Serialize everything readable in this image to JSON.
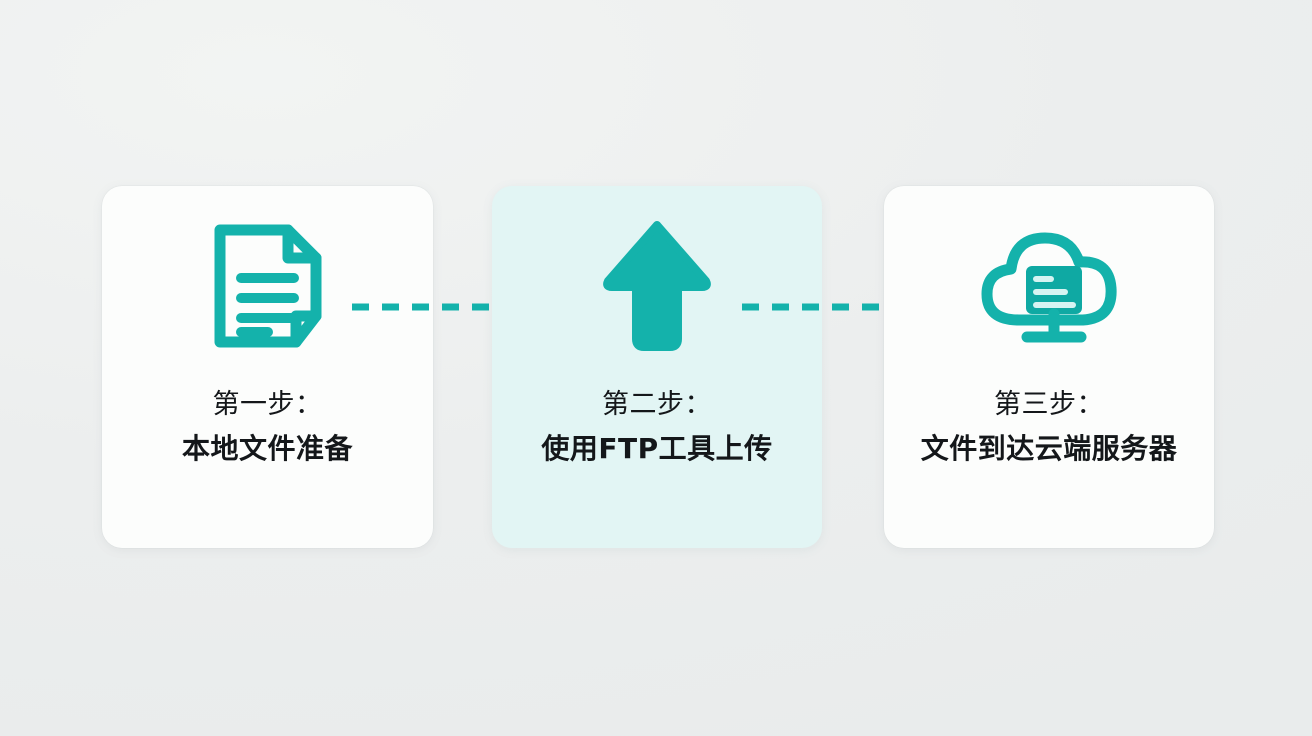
{
  "theme": {
    "accent": "#14b2ab",
    "accent_dark": "#0f9e9a",
    "page_background": "#eef0f0",
    "card_background": "#fcfdfc",
    "card_background_active": "#e2f5f4",
    "text_color": "#14171a"
  },
  "flow": {
    "title_hidden": "",
    "steps": [
      {
        "id": "step-1",
        "icon": "document-file-icon",
        "label_title": "第一步：",
        "label_detail": "本地文件准备",
        "highlighted": false
      },
      {
        "id": "step-2",
        "icon": "upload-arrow-icon",
        "label_title": "第二步：",
        "label_detail": "使用FTP工具上传",
        "highlighted": true
      },
      {
        "id": "step-3",
        "icon": "cloud-server-icon",
        "label_title": "第三步：",
        "label_detail": "文件到达云端服务器",
        "highlighted": false
      }
    ],
    "connectors": [
      {
        "id": "connector-1",
        "style": "dashed",
        "arrowhead": false
      },
      {
        "id": "connector-2",
        "style": "dashed",
        "arrowhead": true
      }
    ]
  }
}
